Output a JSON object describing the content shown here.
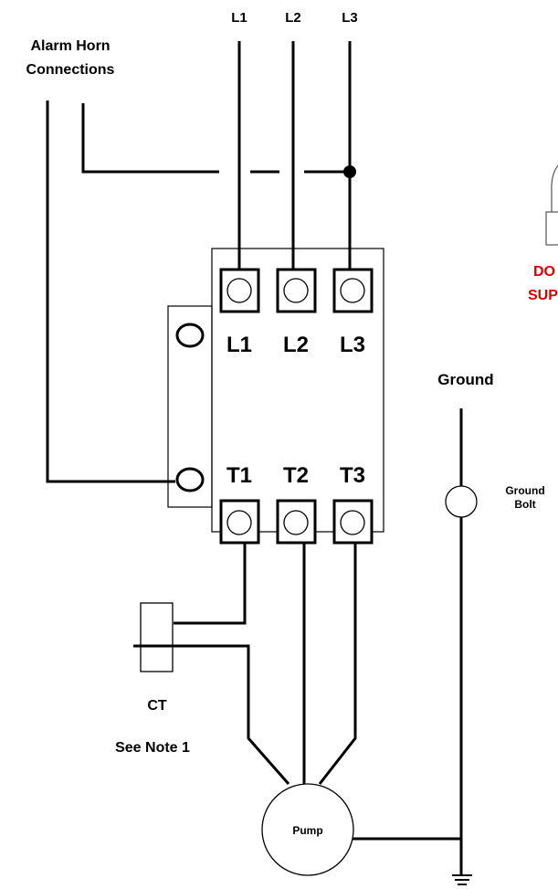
{
  "lines": {
    "l1": "L1",
    "l2": "L2",
    "l3": "L3"
  },
  "alarm": {
    "line1": "Alarm Horn",
    "line2": "Connections"
  },
  "contactor": {
    "line_terms": [
      "L1",
      "L2",
      "L3"
    ],
    "load_terms": [
      "T1",
      "T2",
      "T3"
    ]
  },
  "ground": {
    "label": "Ground",
    "bolt_line1": "Ground",
    "bolt_line2": "Bolt"
  },
  "ct": {
    "label": "CT",
    "note": "See Note 1"
  },
  "pump": {
    "label": "Pump"
  },
  "cutoff": {
    "line1": "DO",
    "line2": "SUP",
    "color": "#e00000"
  }
}
